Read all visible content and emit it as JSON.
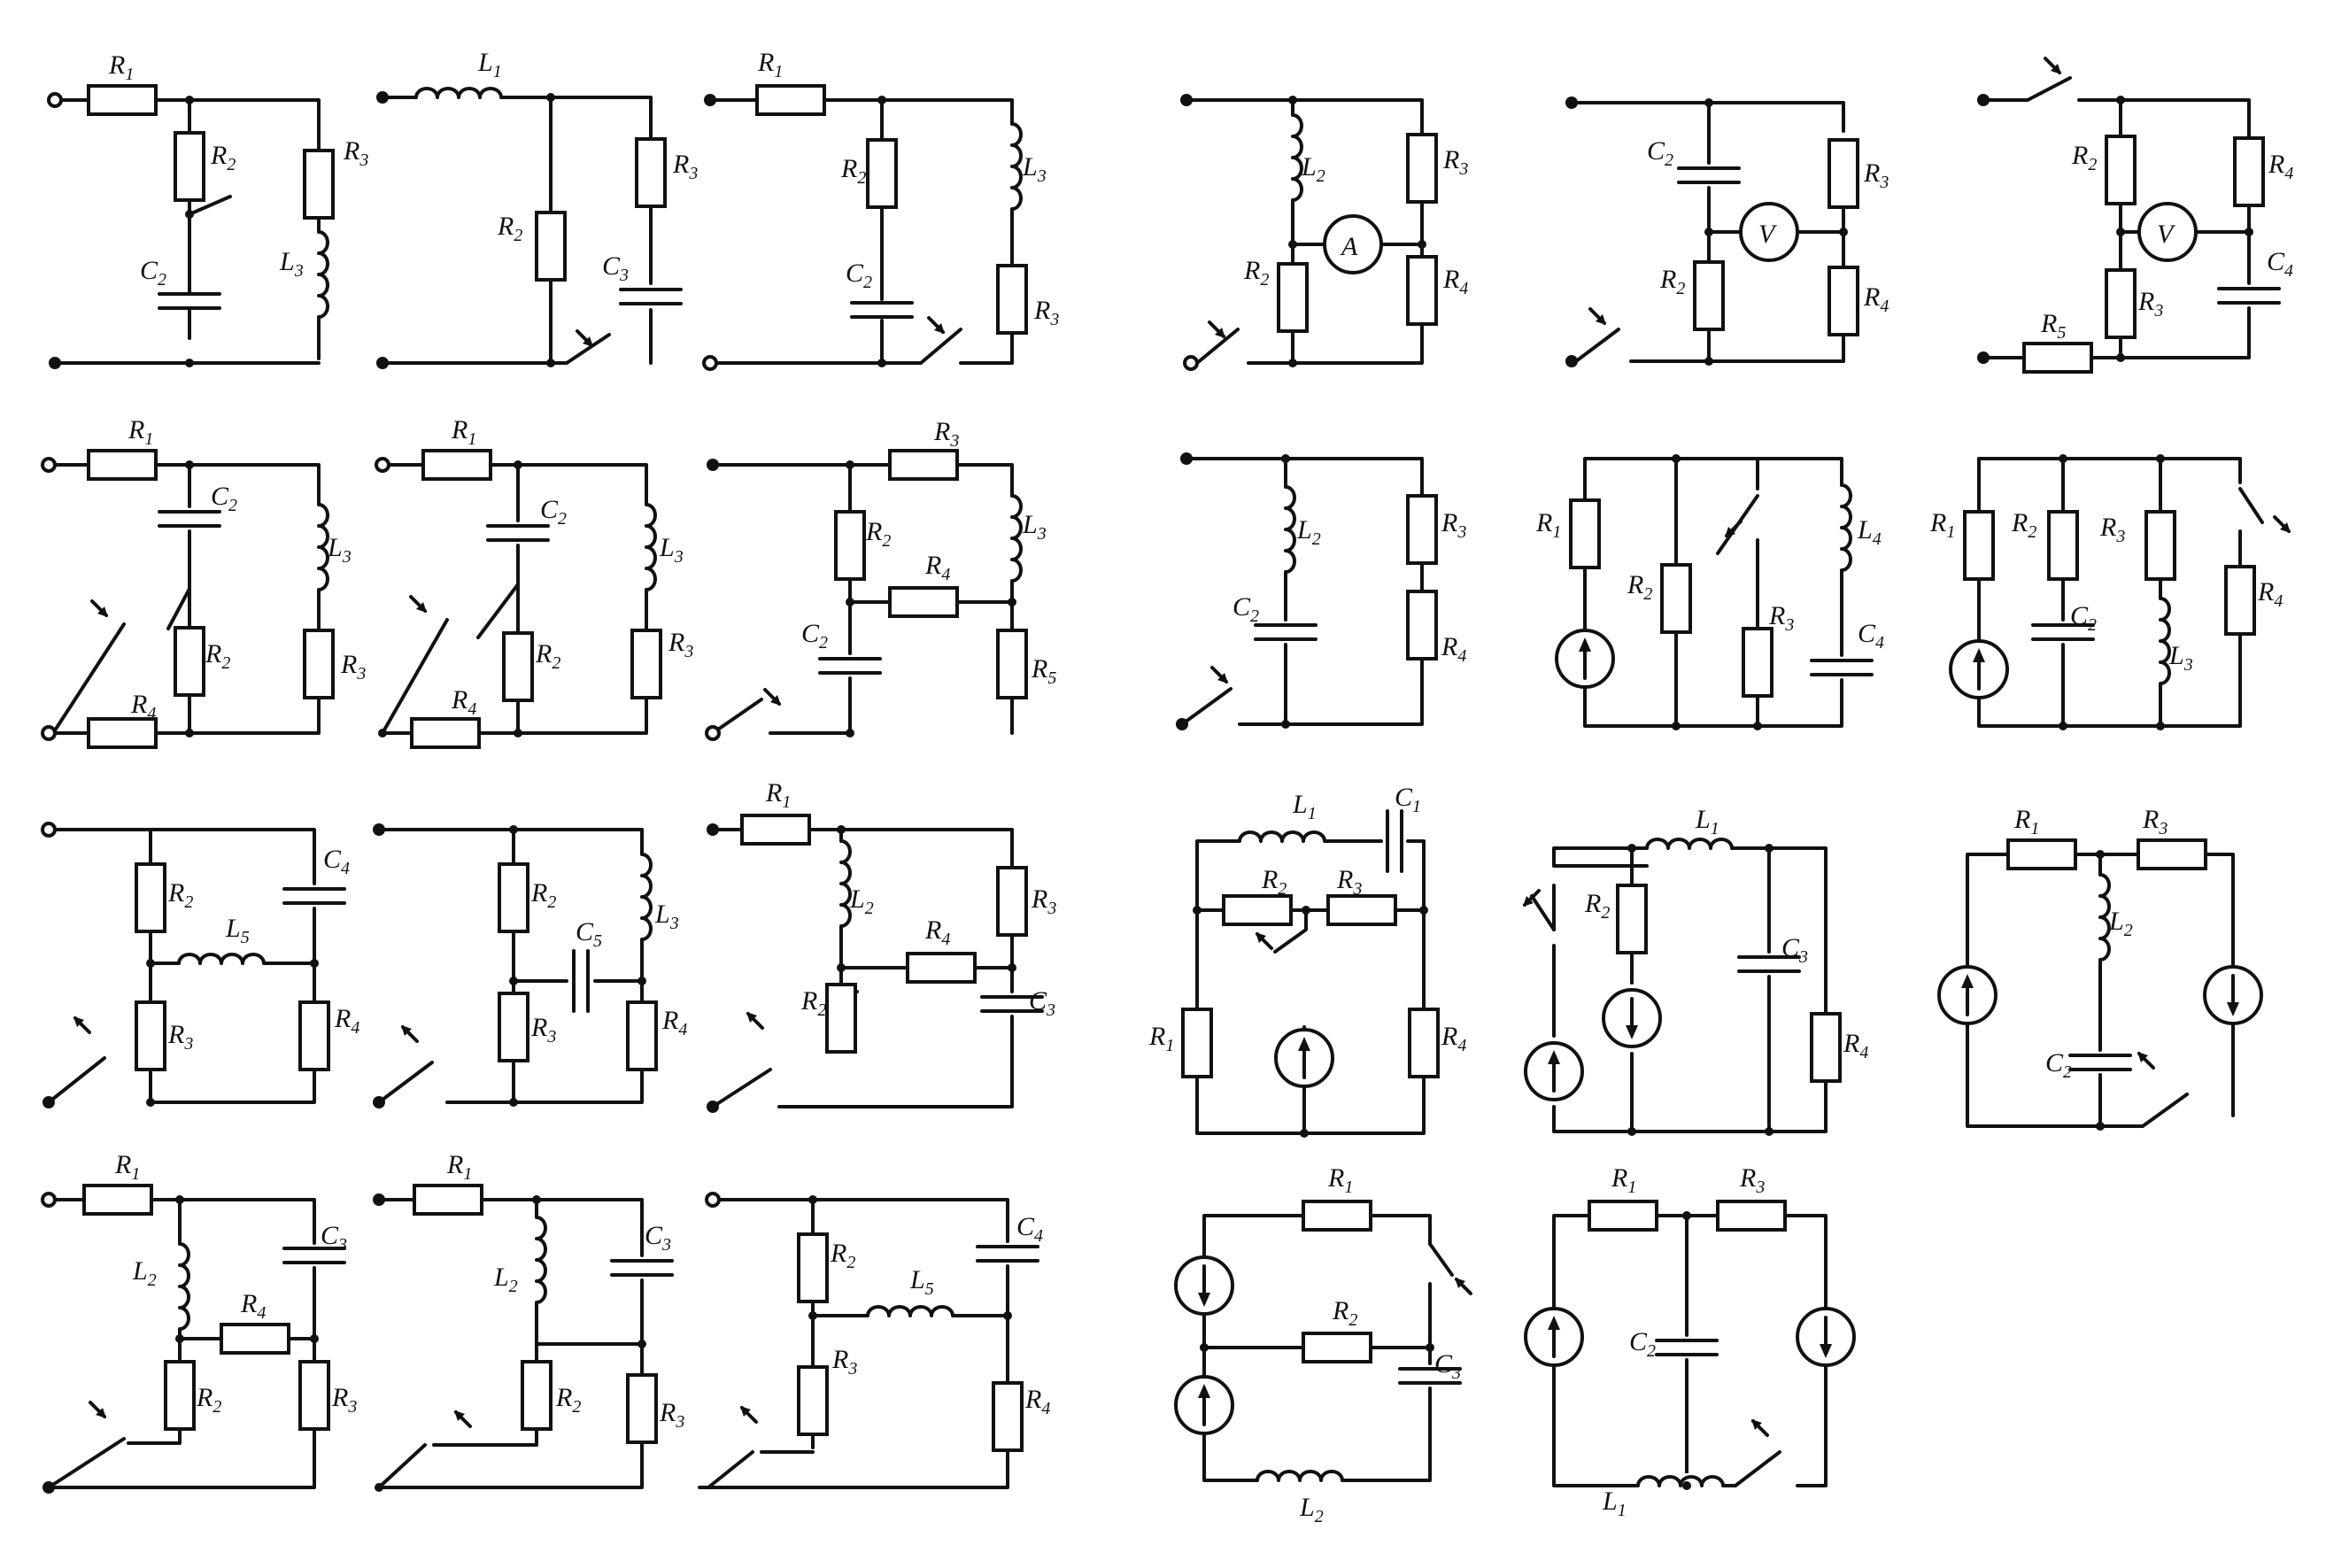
{
  "circuits": [
    {
      "id": "c1",
      "labels": [
        "R1",
        "R2",
        "R3",
        "C2",
        "L3"
      ]
    },
    {
      "id": "c2",
      "labels": [
        "L1",
        "R2",
        "R3",
        "C3"
      ]
    },
    {
      "id": "c3",
      "labels": [
        "R1",
        "R2",
        "L3",
        "C2",
        "R3"
      ]
    },
    {
      "id": "c4",
      "labels": [
        "L2",
        "R3",
        "R2",
        "R4"
      ],
      "meter": "A"
    },
    {
      "id": "c5",
      "labels": [
        "C2",
        "R3",
        "R2",
        "R4"
      ],
      "meter": "V"
    },
    {
      "id": "c6",
      "labels": [
        "R2",
        "R4",
        "R3",
        "C4",
        "R5"
      ],
      "meter": "V"
    },
    {
      "id": "c7",
      "labels": [
        "R1",
        "C2",
        "L3",
        "R2",
        "R3",
        "R4"
      ]
    },
    {
      "id": "c8",
      "labels": [
        "R1",
        "C2",
        "L3",
        "R2",
        "R3",
        "R4"
      ]
    },
    {
      "id": "c9",
      "labels": [
        "R3",
        "R2",
        "L3",
        "R4",
        "C2",
        "R5"
      ]
    },
    {
      "id": "c10",
      "labels": [
        "L2",
        "R3",
        "C2",
        "R4"
      ]
    },
    {
      "id": "c11",
      "labels": [
        "R1",
        "R2",
        "L4",
        "R3",
        "C4"
      ]
    },
    {
      "id": "c12",
      "labels": [
        "R1",
        "R2",
        "R3",
        "C2",
        "L3",
        "R4"
      ]
    },
    {
      "id": "c13",
      "labels": [
        "R2",
        "C4",
        "L5",
        "R3",
        "R4"
      ]
    },
    {
      "id": "c14",
      "labels": [
        "R2",
        "C5",
        "L3",
        "R3",
        "R4"
      ]
    },
    {
      "id": "c15",
      "labels": [
        "R1",
        "L2",
        "R3",
        "R4",
        "R2",
        "C3"
      ]
    },
    {
      "id": "c16",
      "labels": [
        "L1",
        "C1",
        "R2",
        "R3",
        "R1",
        "R4"
      ]
    },
    {
      "id": "c17",
      "labels": [
        "L1",
        "R2",
        "C3",
        "R4"
      ]
    },
    {
      "id": "c18",
      "labels": [
        "R1",
        "R3",
        "L2",
        "C2"
      ]
    },
    {
      "id": "c19",
      "labels": [
        "R1",
        "L2",
        "C3",
        "R4",
        "R2",
        "R3"
      ]
    },
    {
      "id": "c20",
      "labels": [
        "R1",
        "L2",
        "C3",
        "R2",
        "R3"
      ]
    },
    {
      "id": "c21",
      "labels": [
        "R2",
        "L5",
        "C4",
        "R3",
        "R4"
      ]
    },
    {
      "id": "c22",
      "labels": [
        "R1",
        "R2",
        "C3",
        "L2"
      ]
    },
    {
      "id": "c23",
      "labels": [
        "R1",
        "R3",
        "C2",
        "L1"
      ]
    }
  ]
}
